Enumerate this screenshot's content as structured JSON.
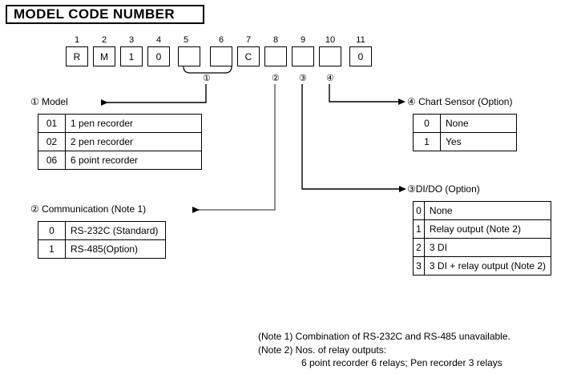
{
  "title": "MODEL CODE NUMBER",
  "code_row": {
    "positions": [
      "1",
      "2",
      "3",
      "4",
      "5",
      "6",
      "7",
      "8",
      "9",
      "10",
      "11"
    ],
    "values": [
      "R",
      "M",
      "1",
      "0",
      "",
      "",
      "C",
      "",
      "",
      "",
      "0"
    ]
  },
  "markers": {
    "one": "①",
    "two": "②",
    "three": "③",
    "four": "④"
  },
  "groups": {
    "model": {
      "heading": "① Model",
      "rows": [
        {
          "code": "01",
          "desc": "1 pen recorder"
        },
        {
          "code": "02",
          "desc": "2 pen recorder"
        },
        {
          "code": "06",
          "desc": "6 point recorder"
        }
      ]
    },
    "communication": {
      "heading": "② Communication (Note 1)",
      "rows": [
        {
          "code": "0",
          "desc": "RS-232C (Standard)"
        },
        {
          "code": "1",
          "desc": "RS-485(Option)"
        }
      ]
    },
    "chart_sensor": {
      "heading": "④ Chart Sensor (Option)",
      "rows": [
        {
          "code": "0",
          "desc": "None"
        },
        {
          "code": "1",
          "desc": "Yes"
        }
      ]
    },
    "di_do": {
      "heading": "③DI/DO (Option)",
      "rows": [
        {
          "code": "0",
          "desc": "None"
        },
        {
          "code": "1",
          "desc": "Relay output (Note 2)"
        },
        {
          "code": "2",
          "desc": "3 DI"
        },
        {
          "code": "3",
          "desc": "3 DI + relay output (Note 2)"
        }
      ]
    }
  },
  "notes": {
    "note1": "(Note 1) Combination of RS-232C and RS-485 unavailable.",
    "note2": "(Note 2) Nos. of relay outputs:",
    "note2_cont": "6 point recorder 6 relays; Pen recorder 3 relays"
  },
  "colors": {
    "line": "#000000",
    "line_gray": "#808080",
    "background": "#ffffff"
  }
}
